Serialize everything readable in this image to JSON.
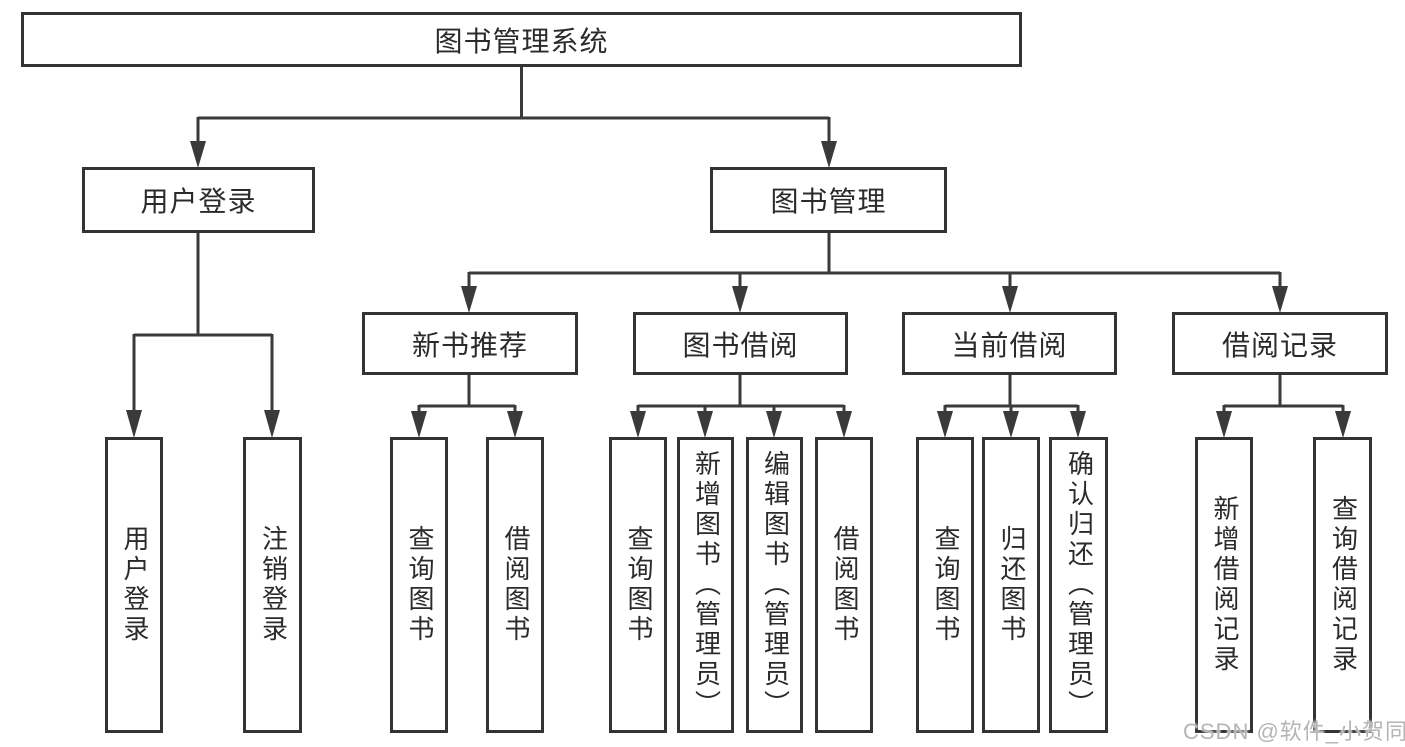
{
  "root": {
    "label": "图书管理系统"
  },
  "branches": [
    {
      "label": "用户登录",
      "children": [
        "用户登录",
        "注销登录"
      ]
    },
    {
      "label": "图书管理",
      "sections": [
        {
          "label": "新书推荐",
          "children": [
            "查询图书",
            "借阅图书"
          ]
        },
        {
          "label": "图书借阅",
          "children": [
            "查询图书",
            "新增图书（管理员）",
            "编辑图书（管理员）",
            "借阅图书"
          ]
        },
        {
          "label": "当前借阅",
          "children": [
            "查询图书",
            "归还图书",
            "确认归还（管理员）"
          ]
        },
        {
          "label": "借阅记录",
          "children": [
            "新增借阅记录",
            "查询借阅记录"
          ]
        }
      ]
    }
  ],
  "watermark": "CSDN @软件_小贺同学",
  "colors": {
    "line": "#3a3a3a",
    "box_border": "#333333",
    "box_fill": "#ffffff",
    "text": "#2b2b2b",
    "watermark": "#b5b5b5"
  }
}
